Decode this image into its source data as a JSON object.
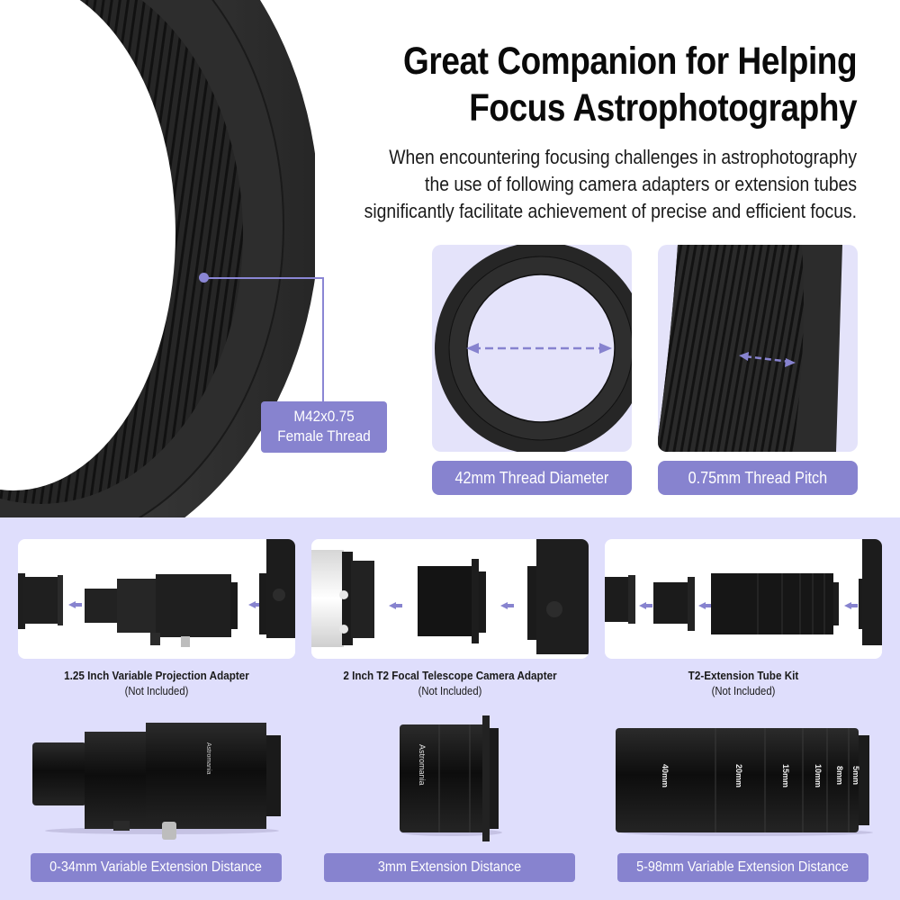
{
  "headline": {
    "line1": "Great Companion for Helping",
    "line2": "Focus Astrophotography"
  },
  "subtext": {
    "line1": "When encountering focusing challenges in astrophotography",
    "line2": "the use of following camera adapters or extension tubes",
    "line3": "significantly facilitate achievement of precise and efficient focus."
  },
  "callout": {
    "line1": "M42x0.75",
    "line2": "Female Thread"
  },
  "features": [
    {
      "label": "42mm Thread Diameter"
    },
    {
      "label": "0.75mm Thread Pitch"
    }
  ],
  "accessories": [
    {
      "title": "1.25 Inch Variable Projection Adapter",
      "note": "(Not Included)",
      "spec": "0-34mm Variable Extension Distance"
    },
    {
      "title": "2 Inch T2 Focal Telescope Camera Adapter",
      "note": "(Not Included)",
      "spec": "3mm Extension Distance"
    },
    {
      "title": "T2-Extension Tube Kit",
      "note": "(Not Included)",
      "spec": "5-98mm Variable Extension Distance"
    }
  ],
  "brand_mark": "Astromania",
  "tube_segments": [
    "40mm",
    "20mm",
    "15mm",
    "10mm",
    "8mm",
    "5mm"
  ],
  "colors": {
    "accent": "#8783cf",
    "light_panel": "#dfdefc",
    "thumb_bg": "#e4e3fa",
    "product_black": "#1c1c1c"
  }
}
